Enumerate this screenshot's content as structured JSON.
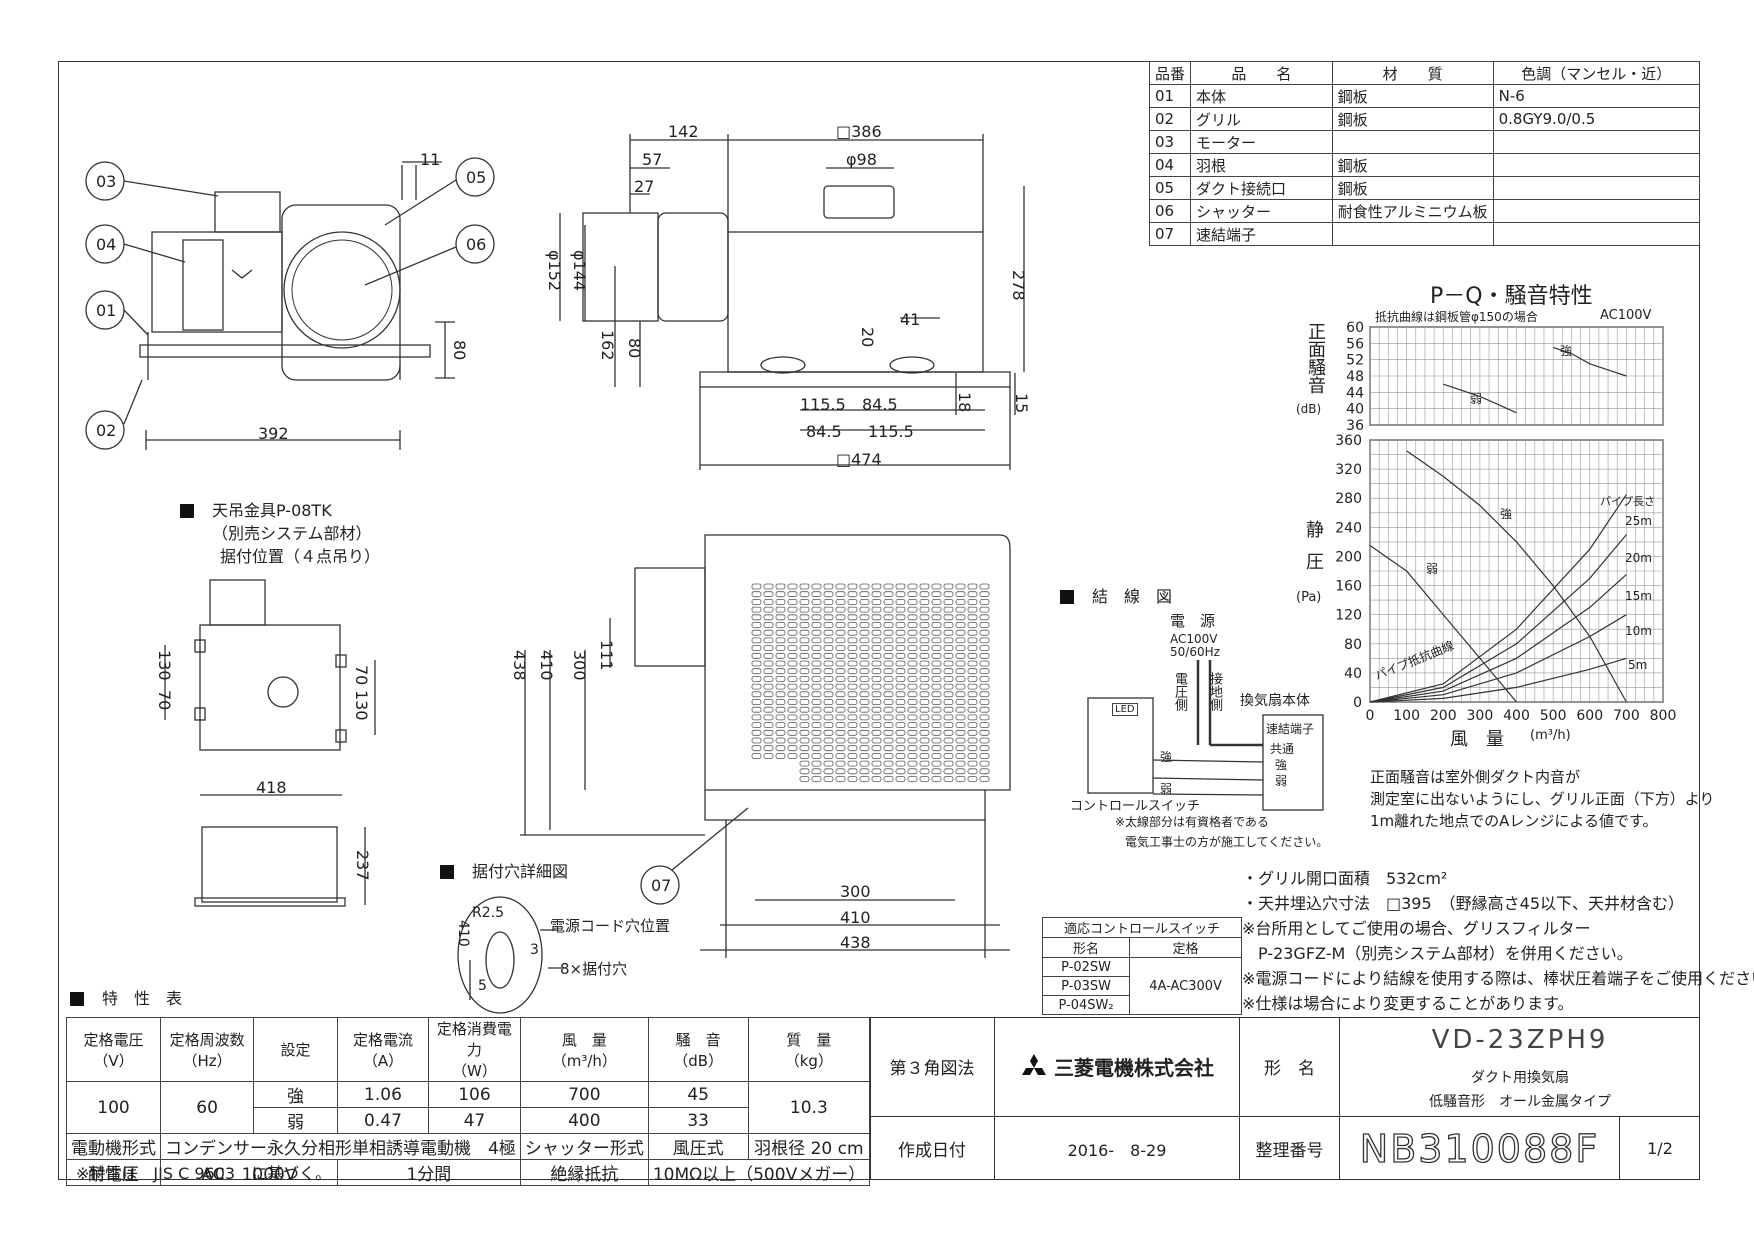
{
  "parts_table": {
    "headers": [
      "品番",
      "品　　名",
      "材　　質",
      "色調（マンセル・近）"
    ],
    "rows": [
      [
        "01",
        "本体",
        "鋼板",
        "N-6"
      ],
      [
        "02",
        "グリル",
        "鋼板",
        "0.8GY9.0/0.5"
      ],
      [
        "03",
        "モーター",
        "",
        ""
      ],
      [
        "04",
        "羽根",
        "鋼板",
        ""
      ],
      [
        "05",
        "ダクト接続口",
        "鋼板",
        ""
      ],
      [
        "06",
        "シャッター",
        "耐食性アルミニウム板",
        ""
      ],
      [
        "07",
        "速結端子",
        "",
        ""
      ]
    ]
  },
  "drawing": {
    "part_callouts": [
      "03",
      "04",
      "01",
      "02",
      "05",
      "06",
      "07"
    ],
    "dims_side": {
      "d11": "11",
      "d80": "80",
      "d392": "392"
    },
    "dims_front": {
      "d142": "142",
      "d386": "□386",
      "d98": "φ98",
      "d57": "57",
      "d27": "27",
      "d152": "φ152",
      "d144": "φ144",
      "d162": "162",
      "d80b": "80",
      "d278": "278",
      "d41": "41",
      "d20": "20",
      "d1155a": "115.5",
      "d845a": "84.5",
      "d845b": "84.5",
      "d1155b": "115.5",
      "d18": "18",
      "d15": "15",
      "d474": "□474"
    },
    "dims_bottom": {
      "d438v": "438",
      "d410v": "410",
      "d300v": "300",
      "d111": "111",
      "d300h": "300",
      "d410h": "410",
      "d438h": "438"
    },
    "dims_hanger": {
      "d70a": "70",
      "d130a": "130",
      "d130b": "130",
      "d70b": "70",
      "d418": "418",
      "d237": "237"
    },
    "dims_detail": {
      "r25": "R2.5",
      "d410": "410",
      "d5": "5",
      "d3": "3"
    },
    "hanger_title": "天吊金具P-08TK",
    "hanger_sub1": "（別売システム部材）",
    "hanger_sub2": "据付位置（４点吊り）",
    "detail_title": "据付穴詳細図",
    "detail_cord": "電源コード穴位置",
    "detail_holes": "8×据付穴"
  },
  "wiring": {
    "title": "結　線　図",
    "power": "電　源",
    "voltage": "AC100V",
    "freq": "50/60Hz",
    "voltage_side": "電圧側",
    "ground_side": "接地側",
    "fan_body": "換気扇本体",
    "terminal": "速結端子",
    "common": "共通",
    "strong": "強",
    "weak": "弱",
    "led": "LED",
    "switch": "コントロールスイッチ",
    "note1": "※太線部分は有資格者である",
    "note2": "電気工事士の方が施工してください。"
  },
  "chart_data": [
    {
      "type": "line",
      "title": "P－Q・騒音特性",
      "subtitle": "抵抗曲線は鋼板管φ150の場合",
      "condition": "AC100V",
      "ylabel": "正面騒音",
      "yunit": "(dB)",
      "ylim": [
        36,
        60
      ],
      "yticks": [
        36,
        40,
        44,
        48,
        52,
        56,
        60
      ],
      "xlim": [
        0,
        800
      ],
      "series": [
        {
          "name": "強",
          "x": [
            500,
            550,
            600,
            650,
            700
          ],
          "y": [
            55,
            53.5,
            51,
            49.5,
            48
          ]
        },
        {
          "name": "弱",
          "x": [
            200,
            250,
            300,
            350,
            400
          ],
          "y": [
            46,
            44.5,
            43,
            41,
            39
          ]
        }
      ]
    },
    {
      "type": "line",
      "ylabel": "静圧",
      "yunit": "(Pa)",
      "xlabel": "風　量",
      "xunit": "(m³/h)",
      "xlim": [
        0,
        800
      ],
      "ylim": [
        0,
        360
      ],
      "xticks": [
        0,
        100,
        200,
        300,
        400,
        500,
        600,
        700,
        800
      ],
      "yticks": [
        0,
        40,
        80,
        120,
        160,
        200,
        240,
        280,
        320,
        360
      ],
      "series": [
        {
          "name": "強",
          "x": [
            100,
            200,
            300,
            400,
            500,
            600,
            700
          ],
          "y": [
            345,
            310,
            270,
            220,
            160,
            90,
            0
          ]
        },
        {
          "name": "弱",
          "x": [
            0,
            100,
            200,
            300,
            400
          ],
          "y": [
            215,
            180,
            120,
            60,
            0
          ]
        }
      ],
      "resistance_label": "パイプ抵抗曲線",
      "pipe_label": "パイプ長さ",
      "resistance_curves": [
        {
          "name": "5m",
          "x": [
            0,
            200,
            400,
            600,
            700
          ],
          "y": [
            0,
            5,
            20,
            45,
            60
          ]
        },
        {
          "name": "10m",
          "x": [
            0,
            200,
            400,
            600,
            700
          ],
          "y": [
            0,
            10,
            40,
            90,
            120
          ]
        },
        {
          "name": "15m",
          "x": [
            0,
            200,
            400,
            600,
            700
          ],
          "y": [
            0,
            15,
            60,
            130,
            175
          ]
        },
        {
          "name": "20m",
          "x": [
            0,
            200,
            400,
            600,
            700
          ],
          "y": [
            0,
            20,
            80,
            170,
            230
          ]
        },
        {
          "name": "25m",
          "x": [
            0,
            200,
            400,
            600,
            700
          ],
          "y": [
            0,
            25,
            100,
            210,
            285
          ]
        }
      ]
    }
  ],
  "chart_note": [
    "正面騒音は室外側ダクト内音が",
    "測定室に出ないようにし、グリル正面（下方）より",
    "1m離れた地点でのAレンジによる値です。"
  ],
  "notes": [
    "・グリル開口面積　532cm²",
    "・天井埋込穴寸法　□395　（野縁高さ45以下、天井材含む）",
    "※台所用としてご使用の場合、グリスフィルター",
    "　P-23GFZ-M（別売システム部材）を併用ください。",
    "※電源コードにより結線を使用する際は、棒状圧着端子をご使用ください。",
    "※仕様は場合により変更することがあります。"
  ],
  "control_table": {
    "title": "適応コントロールスイッチ",
    "headers": [
      "形名",
      "定格"
    ],
    "models": [
      "P-02SW",
      "P-03SW",
      "P-04SW₂"
    ],
    "rating": "4A-AC300V"
  },
  "spec": {
    "title": "特　性　表",
    "headers": [
      "定格電圧\n（V）",
      "定格周波数\n（Hz）",
      "設定",
      "定格電流\n（A）",
      "定格消費電力\n（W）",
      "風　量\n（m³/h）",
      "騒　音\n（dB）",
      "質　量\n（kg）"
    ],
    "voltage": "100",
    "frequency": "60",
    "mass": "10.3",
    "rows": [
      {
        "setting": "強",
        "current": "1.06",
        "power": "106",
        "airflow": "700",
        "noise": "45"
      },
      {
        "setting": "弱",
        "current": "0.47",
        "power": "47",
        "airflow": "400",
        "noise": "33"
      }
    ],
    "motor_label": "電動機形式",
    "motor_value": "コンデンサー永久分相形単相誘導電動機　4極",
    "shutter_label": "シャッター形式",
    "shutter_value": "風圧式",
    "blade_label": "羽根径",
    "blade_value": "20",
    "blade_unit": "cm",
    "withstand_label": "耐電圧",
    "withstand_value": "AC　1000V",
    "withstand_time": "1分間",
    "insulation_label": "絶縁抵抗",
    "insulation_value": "10MΩ以上（500Vメガー）",
    "footnote": "※特性は　JIS C 9603　に基づく。"
  },
  "title_block": {
    "projection": "第３角図法",
    "company": "三菱電機株式会社",
    "model_label": "形　名",
    "model": "VD-23ZPH9",
    "desc1": "ダクト用換気扇",
    "desc2": "低騒音形　オール金属タイプ",
    "date_label": "作成日付",
    "date": "2016-　8-29",
    "number_label": "整理番号",
    "number": "NB310088F",
    "page": "1/2"
  }
}
